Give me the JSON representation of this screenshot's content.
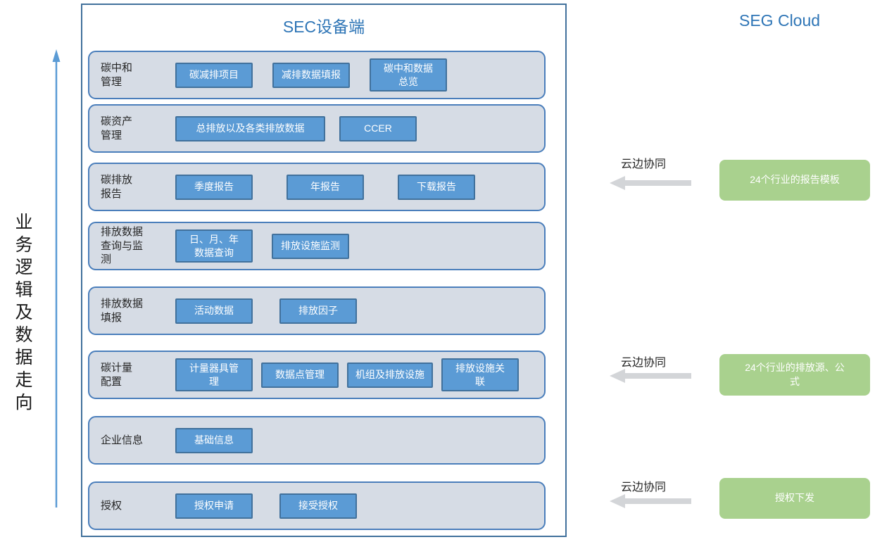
{
  "flow_axis": {
    "label": "业务逻辑及数据走向"
  },
  "device_panel": {
    "title": "SEC设备端",
    "rows": [
      {
        "label": "碳中和\n管理",
        "buttons": [
          "碳减排项目",
          "减排数据填报",
          "碳中和数据\n总览"
        ]
      },
      {
        "label": "碳资产\n管理",
        "buttons": [
          "总排放以及各类排放数据",
          "CCER"
        ]
      },
      {
        "label": "碳排放\n报告",
        "buttons": [
          "季度报告",
          "年报告",
          "下载报告"
        ]
      },
      {
        "label": "排放数据\n查询与监\n测",
        "buttons": [
          "日、月、年\n数据查询",
          "排放设施监测"
        ]
      },
      {
        "label": "排放数据\n填报",
        "buttons": [
          "活动数据",
          "排放因子"
        ]
      },
      {
        "label": "碳计量\n配置",
        "buttons": [
          "计量器具管\n理",
          "数据点管理",
          "机组及排放设施",
          "排放设施关\n联"
        ]
      },
      {
        "label": "企业信息",
        "buttons": [
          "基础信息"
        ]
      },
      {
        "label": "授权",
        "buttons": [
          "授权申请",
          "接受授权"
        ]
      }
    ]
  },
  "cloud_panel": {
    "title": "SEG Cloud",
    "links": [
      {
        "label": "云边协同",
        "box": "24个行业的报告模板"
      },
      {
        "label": "云边协同",
        "box": "24个行业的排放源、公\n式"
      },
      {
        "label": "云边协同",
        "box": "授权下发"
      }
    ]
  },
  "colors": {
    "title_blue": "#2E75B6",
    "chip_fill": "#5B9BD5",
    "chip_border": "#41719C",
    "row_fill": "#D6DCE5",
    "row_border": "#4A7EBB",
    "panel_border": "#41719C",
    "cloud_box_fill": "#A9D18E",
    "sync_arrow_gray": "#D3D5D8",
    "flow_arrow_blue": "#5B9BD5"
  }
}
